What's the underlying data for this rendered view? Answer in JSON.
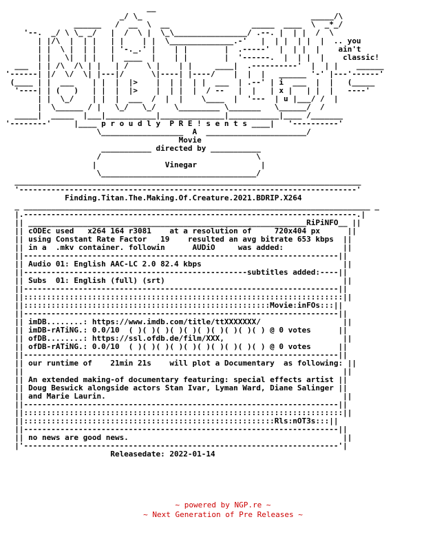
{
  "nfo_text": "                               __\n                         _/ \\_                                     _____/\\\n               ______   /  __  \\  __                  _____  ____  \\  _*_/\n    '--.  _/ \\ \\_ _/   |  /  \\ |  \\_\\________________/ .--. |  | |  /  \\\n       | |/\\  |  | |   | |    | |  \\______________.-'   |  | |  | |  |  .. you\n       | |  \\ |  | |   | '-._.' |    | |        |  .-----'  |  | |  |    ain't\n       | |   \\|  | |   |  ____  |    | |        |  '------.  |  | |  |    classic!\n  ___  | | /\\  /\\ | |   | /    \\ |    | |     ____|  .----------'  |  | |    ______\n'------| |/  \\/  \\| |---|/      \\|----| |----/    |  |  |   ______ '-' |---'------'\n (____ | |  ___    | |  |  |>    |  | |  | |  ___  | .--' | i  ___  |  |   (_____\n  '----| | (   )   | |  |  |>    |  | |  |  / --   |  |   | x |   | |  |   ----'\n       | |  \\_/    | |  |  ___  /  |  |    \\____  |  '---  | u |___/ /  |\n       |  \\______ / |   \\_/   \\_/    \\_________ \\_______   \\______/  /\n  _____|  _____  |___|___________|______________|___________|____ /_______\n'--------'     |____ p r o u d l y  P R E ! s e n t s ____|   '----------'\n                    \\__________________  A  ______________________/\n                                      Movie\n                     ___________ directed by ___________\n                    /                                  \\\n                   |               Vinegar              |\n                    \\__________________________________/\n  ____________________________________________________________________________\n  '--------------------------------------------------------------------------'\n             Finding.Titan.The.Making.Of.Creature.2021.BDRIP.X264\n  _ ____________________________________________________________________________ _\n  |.-------------------------------------------------------------------------.|\n  || _____________________________________________________________RiPiNFO__ ||\n  || cODEc used   x264 164 r3081    at a resolution of     720x404 px      ||\n  || using Constant Rate Factor   19    resulted an avg bitrate 653 kbps  ||\n  || in a  .mkv container. followin      AUDiO     was added:             ||\n  ||---------------------------------------------------------------------||\n  || Audio 01: English AAC-LC 2.0 82.4 kbps                               ||\n  ||-------------------------------------------------subtitles added:----||\n  || Subs  01: English (full) (srt)                                       ||\n  ||---------------------------------------------------------------------||\n  ||::::::::::::::::::::::::::::::::::::::::::::::::::::::::::::::::::::::||\n  ||::::::::::::::::::::::::::::::::::::::::::::::::::::::Movie:inFOs:::||\n  ||---------------------------------------------------------------------||\n  || imDB........: https://www.imdb.com/title/ttXXXXXXX/                  ||\n  || imDB-rATiNG.: 0.0/10  ( )( )( )( )( )( )( )( )( )( ) @ 0 votes      ||\n  || ofDB........: https://ssl.ofdb.de/film/XXX,                          ||\n  || ofDB-rATiNG.: 0.0/10  ( )( )( )( )( )( )( )( )( )( ) @ 0 votes      ||\n  ||---------------------------------------------------------------------||\n  || our runtime of    21min 21s    will plot a Documentary  as following: ||\n  ||                                                                      ||\n  || An extended making-of documentary featuring: special effects artist ||\n  || Doug Beswick alongside actors Stan Ivar, Lyman Ward, Diane Salinger ||\n  || and Marie Laurin.                                                    ||\n  ||---------------------------------------------------------------------||\n  ||::::::::::::::::::::::::::::::::::::::::::::::::::::::::::::::::::::::||\n  ||:::::::::::::::::::::::::::::::::::::::::::::::::::::::Rls:nOT3s:::||\n  ||---------------------------------------------------------------------||\n  || no news are good news.                                               ||\n  |'---------------------------------------------------------------------'|\n                       Releasedate: 2022-01-14",
  "footer": {
    "line1": "~ powered by NGP.re ~",
    "line2": "~ Next Generation of Pre Releases ~"
  },
  "colors": {
    "text": "#000000",
    "footer": "#cc0000",
    "background": "#ffffff"
  }
}
